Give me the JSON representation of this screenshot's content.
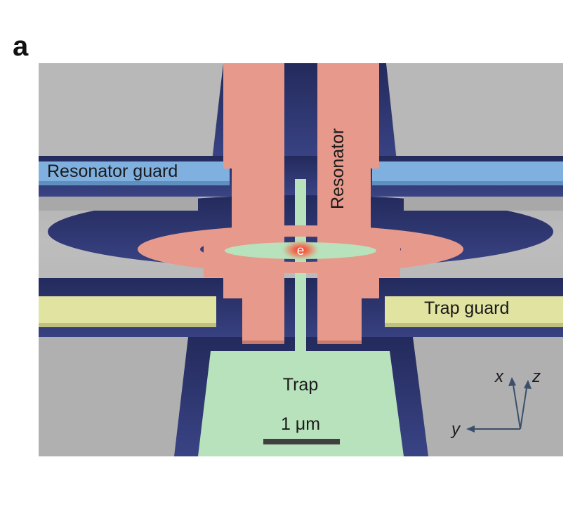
{
  "panel_label": "a",
  "labels": {
    "resonator_guard": "Resonator guard",
    "resonator": "Resonator",
    "trap_guard": "Trap guard",
    "trap": "Trap",
    "electron": "e",
    "scale_bar": "1 μm"
  },
  "axes": {
    "x": "x",
    "y": "y",
    "z": "z"
  },
  "colors": {
    "substrate": "#b4b4b4",
    "trench": "#2d3673",
    "resonator": "#e7998b",
    "resonator_guard": "#7fb0df",
    "trap": "#b8e2bb",
    "trap_guard": "#e1e3a1",
    "electron_glow": "#ff3a2a"
  }
}
